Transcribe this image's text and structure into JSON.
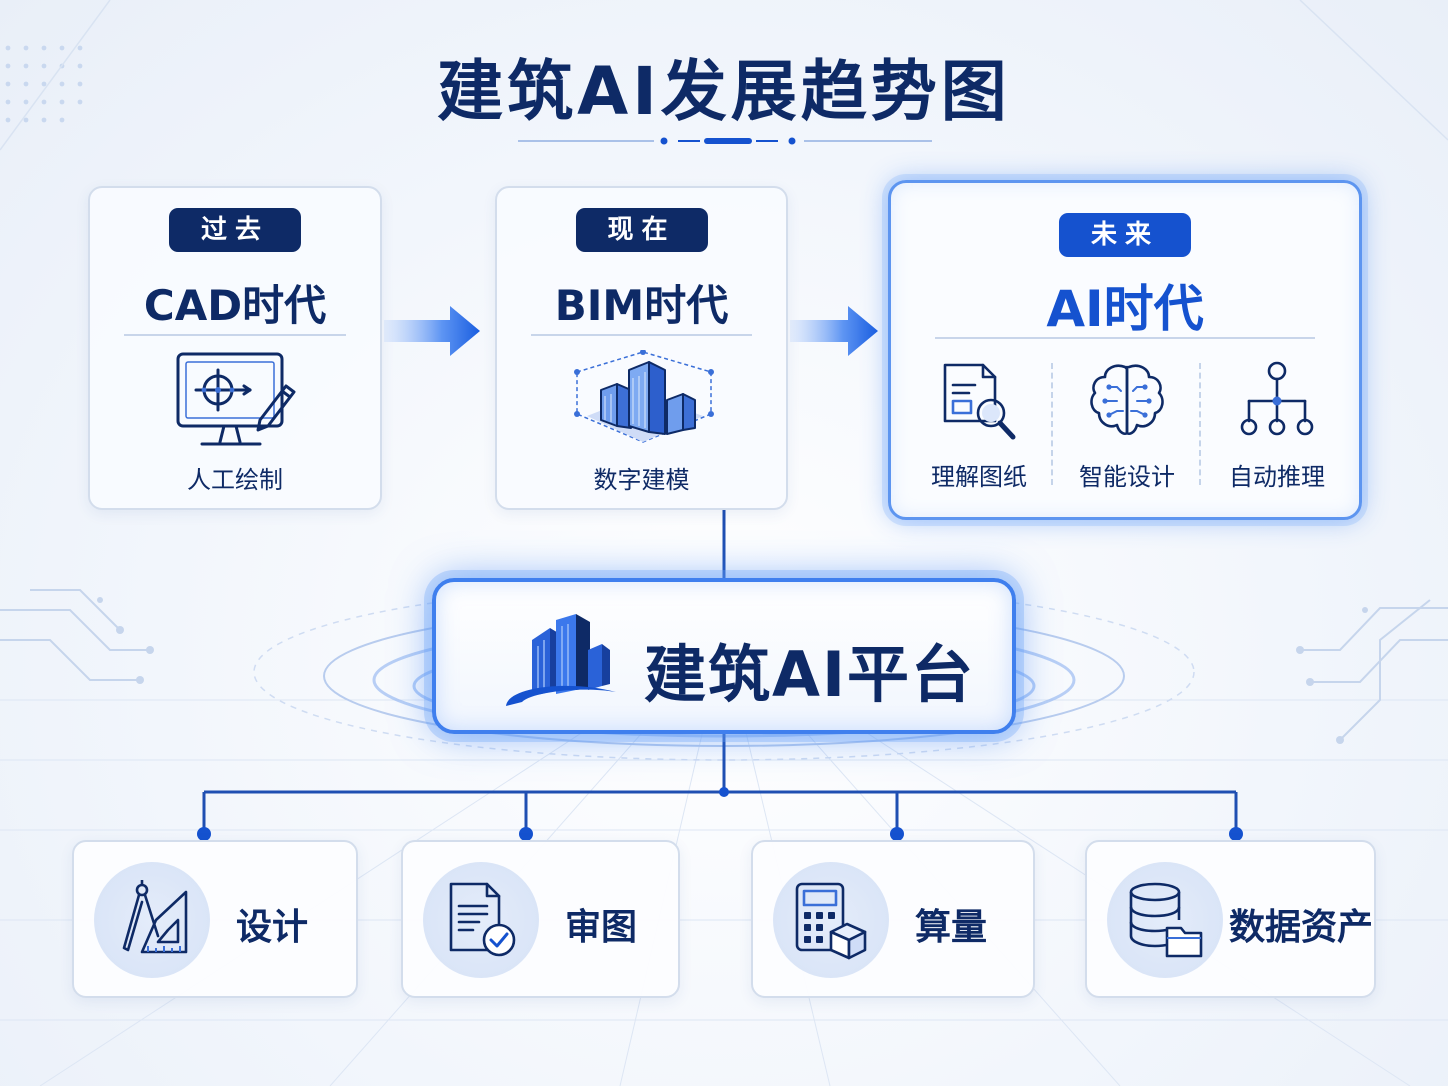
{
  "title": "建筑AI发展趋势图",
  "colors": {
    "navy": "#0e2a66",
    "blue": "#1552cf",
    "accent": "#3f7fee"
  },
  "eras": [
    {
      "badge": "过去",
      "name": "CAD时代",
      "caption": "人工绘制",
      "icon": "cad-monitor-icon"
    },
    {
      "badge": "现在",
      "name": "BIM时代",
      "caption": "数字建模",
      "icon": "bim-buildings-icon"
    }
  ],
  "future": {
    "badge": "未来",
    "name": "AI时代",
    "items": [
      {
        "label": "理解图纸",
        "icon": "document-search-icon"
      },
      {
        "label": "智能设计",
        "icon": "brain-icon"
      },
      {
        "label": "自动推理",
        "icon": "hierarchy-icon"
      }
    ]
  },
  "platform": {
    "title": "建筑AI平台",
    "icon": "building-logo-icon"
  },
  "applications": [
    {
      "label": "设计",
      "icon": "compass-ruler-icon"
    },
    {
      "label": "审图",
      "icon": "document-check-icon"
    },
    {
      "label": "算量",
      "icon": "calculator-cube-icon"
    },
    {
      "label": "数据资产",
      "icon": "database-folder-icon"
    }
  ]
}
